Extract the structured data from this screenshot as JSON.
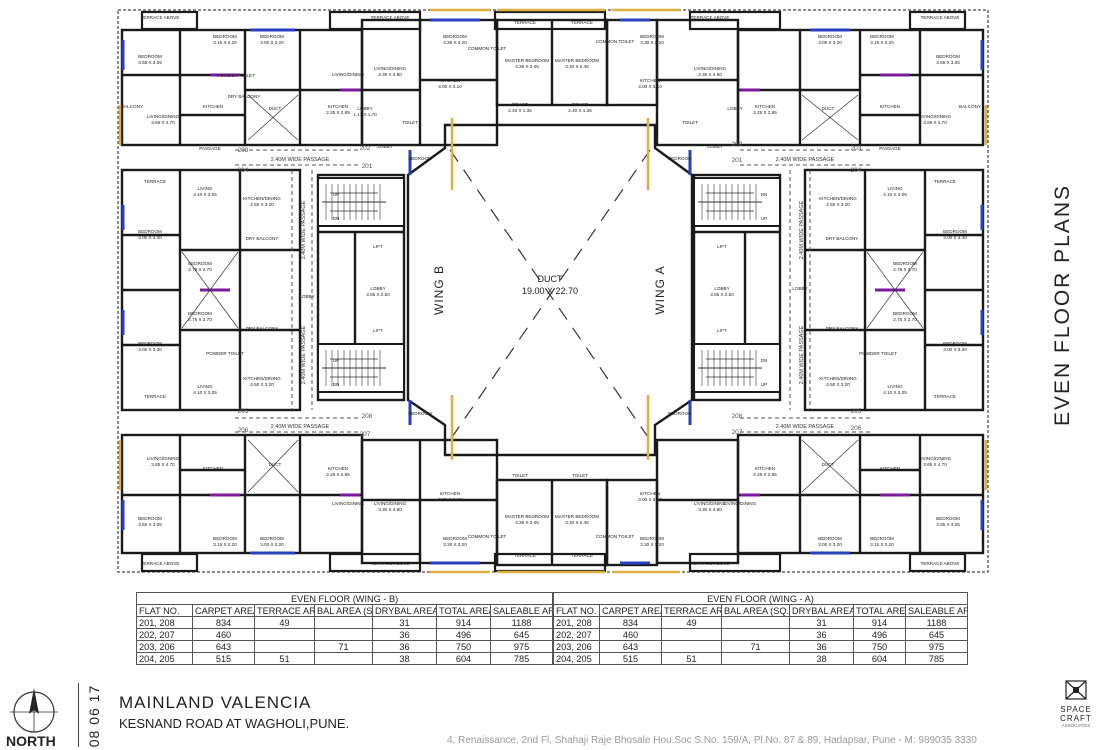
{
  "plan": {
    "side_title": "EVEN FLOOR PLANS",
    "wing_b": "WING B",
    "wing_a": "WING A",
    "duct_label": "DUCT",
    "duct_size": "19.00 X 22.70",
    "passage": "2.40M WIDE PASSAGE",
    "lobby": "LOBBY",
    "lobby_size": "3.65 X 2.50",
    "lift": "LIFT",
    "up": "UP",
    "dn": "DN",
    "flat_numbers": {
      "b201": "201",
      "b202": "202",
      "b203": "203",
      "b204": "204",
      "b205": "205",
      "b206": "206",
      "b207": "207",
      "b208": "208",
      "a201": "201",
      "a202": "202",
      "a203": "203",
      "a204": "204",
      "a205": "205",
      "a206": "206",
      "a207": "207",
      "a208": "208"
    },
    "rooms": {
      "terrace": "TERRACE",
      "terrace_above": "TERRACE ABOVE",
      "bedroom": "BEDROOM",
      "master_bedroom": "MASTER BEDROOM",
      "living_dining": "LIVING/DINING",
      "kitchen": "KITCHEN",
      "kitchen_dining": "KITCHEN/DINING",
      "toilet": "TOILET",
      "common_toilet": "COMMON TOILET",
      "powder_toilet": "POWDER TOILET",
      "dry_balcony": "DRY BALCONY",
      "balcony": "BALCONY",
      "living": "LIVING",
      "passage_room": "PASSAGE",
      "duct": "DUCT"
    },
    "dims": {
      "bed1": "3.15 X 3.20",
      "bed2": "3.00 X 3.20",
      "bed3": "3.65 X 3.05",
      "bed4": "3.00 X 3.30",
      "bed5": "2.75 X 2.70",
      "bed6": "3.30 X 3.20",
      "living1": "3.65 X 4.70",
      "living2": "3.30 X 4.90",
      "living3": "4.10 X 3.05",
      "kitchen1": "2.25 X 2.85",
      "kitchen2": "3.00 X 3.10",
      "kitdin": "2.50 X 3.20",
      "toilet1": "2.40 X 1.35",
      "mbed": "3.30 X 3.45",
      "lobby2": "1.17 X 1.70"
    }
  },
  "tables": {
    "wing_b": {
      "caption": "EVEN FLOOR (WING - B)",
      "headers": [
        "FLAT NO.",
        "CARPET AREA (SQ.FT)",
        "TERRACE AREA (SQ.FT)",
        "BAL AREA (SQ. FT)",
        "DRYBAL AREA (SQ.FT)",
        "TOTAL AREA (SQ.FT)",
        "SALEABLE AREA (SQ.FT)"
      ],
      "rows": [
        [
          "201, 208",
          "834",
          "49",
          "",
          "31",
          "914",
          "1188"
        ],
        [
          "202, 207",
          "460",
          "",
          "",
          "36",
          "496",
          "645"
        ],
        [
          "203, 206",
          "643",
          "",
          "71",
          "36",
          "750",
          "975"
        ],
        [
          "204, 205",
          "515",
          "51",
          "",
          "38",
          "604",
          "785"
        ]
      ]
    },
    "wing_a": {
      "caption": "EVEN FLOOR (WING - A)",
      "headers": [
        "FLAT NO.",
        "CARPET AREA (SQ.FT)",
        "TERRACE AREA (SQ.FT)",
        "BAL AREA (SQ. FT)",
        "DRYBAL AREA (SQ.FT)",
        "TOTAL AREA (SQ.FT)",
        "SALEABLE AREA (SQ.FT)"
      ],
      "rows": [
        [
          "201, 208",
          "834",
          "49",
          "",
          "31",
          "914",
          "1188"
        ],
        [
          "202, 207",
          "460",
          "",
          "",
          "36",
          "496",
          "645"
        ],
        [
          "203, 206",
          "643",
          "",
          "71",
          "36",
          "750",
          "975"
        ],
        [
          "204, 205",
          "515",
          "51",
          "",
          "38",
          "604",
          "785"
        ]
      ]
    }
  },
  "footer": {
    "date": "08 06 17",
    "north": "NORTH",
    "project": "MAINLAND VALENCIA",
    "road": "KESNAND ROAD AT WAGHOLI,PUNE.",
    "address": "4, Renaissance, 2nd Fl, Shahaji Raje Bhosale Hou.Soc S.No. 159/A, Pl.No. 87 & 89, Hadapsar, Pune - M: 989035 3330",
    "logo_line1": "SPACE",
    "logo_line2": "CRAFT",
    "logo_line3": "ASSOCIATES"
  },
  "colors": {
    "wall": "#1a1a1a",
    "window_blue": "#2a3fbf",
    "door_purple": "#7a1a9a",
    "railing_yellow": "#e0b040",
    "passage_grey": "#555555"
  }
}
